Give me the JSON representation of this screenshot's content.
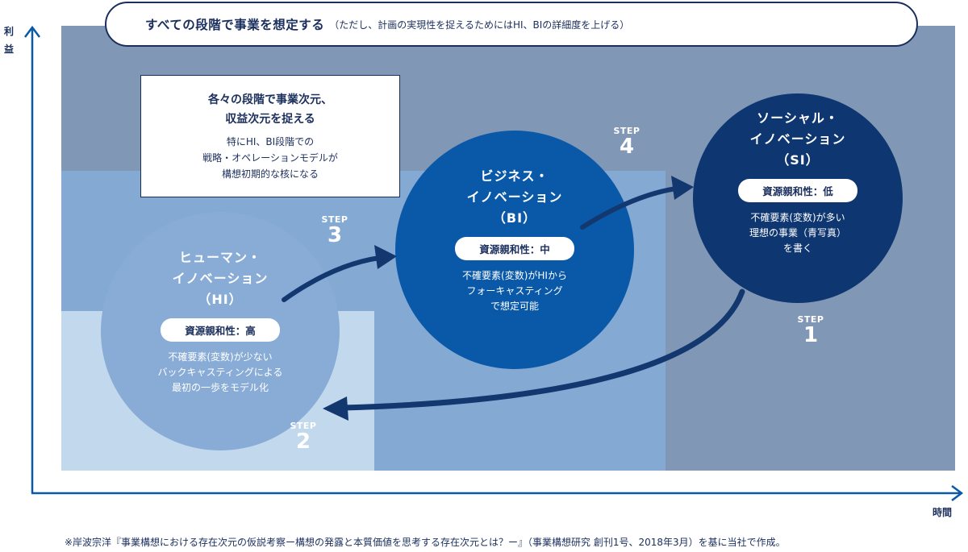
{
  "axes": {
    "y_label": "利益",
    "x_label": "時間"
  },
  "banner": {
    "main": "すべての段階で事業を想定する",
    "sub": "（ただし、計画の実現性を捉えるためにはHI、BIの詳細度を上げる）"
  },
  "callout": {
    "title": "各々の段階で事業次元、\n収益次元を捉える",
    "body": "特にHI、BI段階での\n戦略・オペレーションモデルが\n構想初期的な核になる"
  },
  "circles": {
    "hi": {
      "title": "ヒューマン・\nイノベーション\n（HI）",
      "pill": "資源親和性：高",
      "body": "不確要素(変数)が少ない\nバックキャスティングによる\n最初の一歩をモデル化"
    },
    "bi": {
      "title": "ビジネス・\nイノベーション\n（BI）",
      "pill": "資源親和性：中",
      "body": "不確要素(変数)がHIから\nフォーキャスティング\nで想定可能"
    },
    "si": {
      "title": "ソーシャル・\nイノベーション\n（SI）",
      "pill": "資源親和性：低",
      "body": "不確要素(変数)が多い\n理想の事業（青写真）\nを書く"
    }
  },
  "steps": {
    "word": "STEP",
    "s1": "1",
    "s2": "2",
    "s3": "3",
    "s4": "4"
  },
  "colors": {
    "outer_panel": "#8197b6",
    "middle_panel": "#84aad4",
    "inner_panel": "#c2d8ed",
    "hi_circle": "#88acd6",
    "bi_circle": "#0a59a9",
    "si_circle": "#0e3671",
    "arrow": "#13386f",
    "axis": "#0a59a9"
  },
  "footnote": "※岸波宗洋『事業構想における存在次元の仮説考察ー構想の発露と本質価値を思考する存在次元とは？ー』（事業構想研究 創刊1号、2018年3月）を基に当社で作成。"
}
